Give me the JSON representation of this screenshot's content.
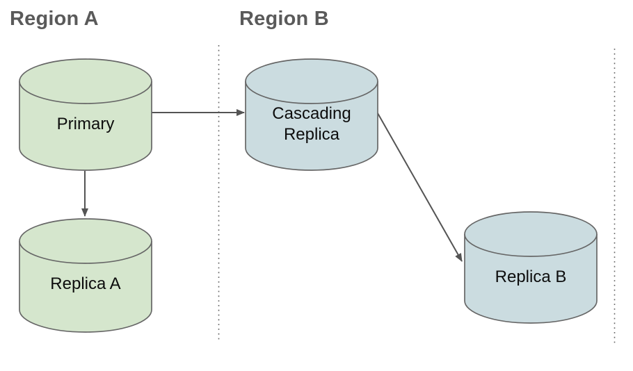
{
  "diagram": {
    "type": "database-replication-topology",
    "regions": [
      {
        "id": "region-a",
        "label": "Region A"
      },
      {
        "id": "region-b",
        "label": "Region B"
      }
    ],
    "nodes": [
      {
        "id": "primary",
        "label": "Primary",
        "shape": "database-cylinder",
        "region": "Region A",
        "fill": "#d5e6cd"
      },
      {
        "id": "replica-a",
        "label": "Replica A",
        "shape": "database-cylinder",
        "region": "Region A",
        "fill": "#d5e6cd"
      },
      {
        "id": "cascading-replica",
        "label": "Cascading Replica",
        "shape": "database-cylinder",
        "region": "Region B",
        "fill": "#cbdce0"
      },
      {
        "id": "replica-b",
        "label": "Replica B",
        "shape": "database-cylinder",
        "region": "Region B",
        "fill": "#cbdce0"
      }
    ],
    "edges": [
      {
        "from": "primary",
        "to": "cascading-replica",
        "style": "solid-arrow"
      },
      {
        "from": "primary",
        "to": "replica-a",
        "style": "solid-arrow"
      },
      {
        "from": "cascading-replica",
        "to": "replica-b",
        "style": "solid-arrow"
      }
    ],
    "dividers": [
      {
        "id": "region-divider-left",
        "style": "dotted-vertical"
      },
      {
        "id": "region-divider-right",
        "style": "dotted-vertical"
      }
    ],
    "colors": {
      "node_fill_green": "#d5e6cd",
      "node_fill_blue": "#cbdce0",
      "node_stroke": "#666666",
      "arrow": "#545454",
      "divider": "#666666",
      "heading_text": "#5a5a5a",
      "label_text": "#0d0d0d",
      "background": "#ffffff"
    }
  }
}
